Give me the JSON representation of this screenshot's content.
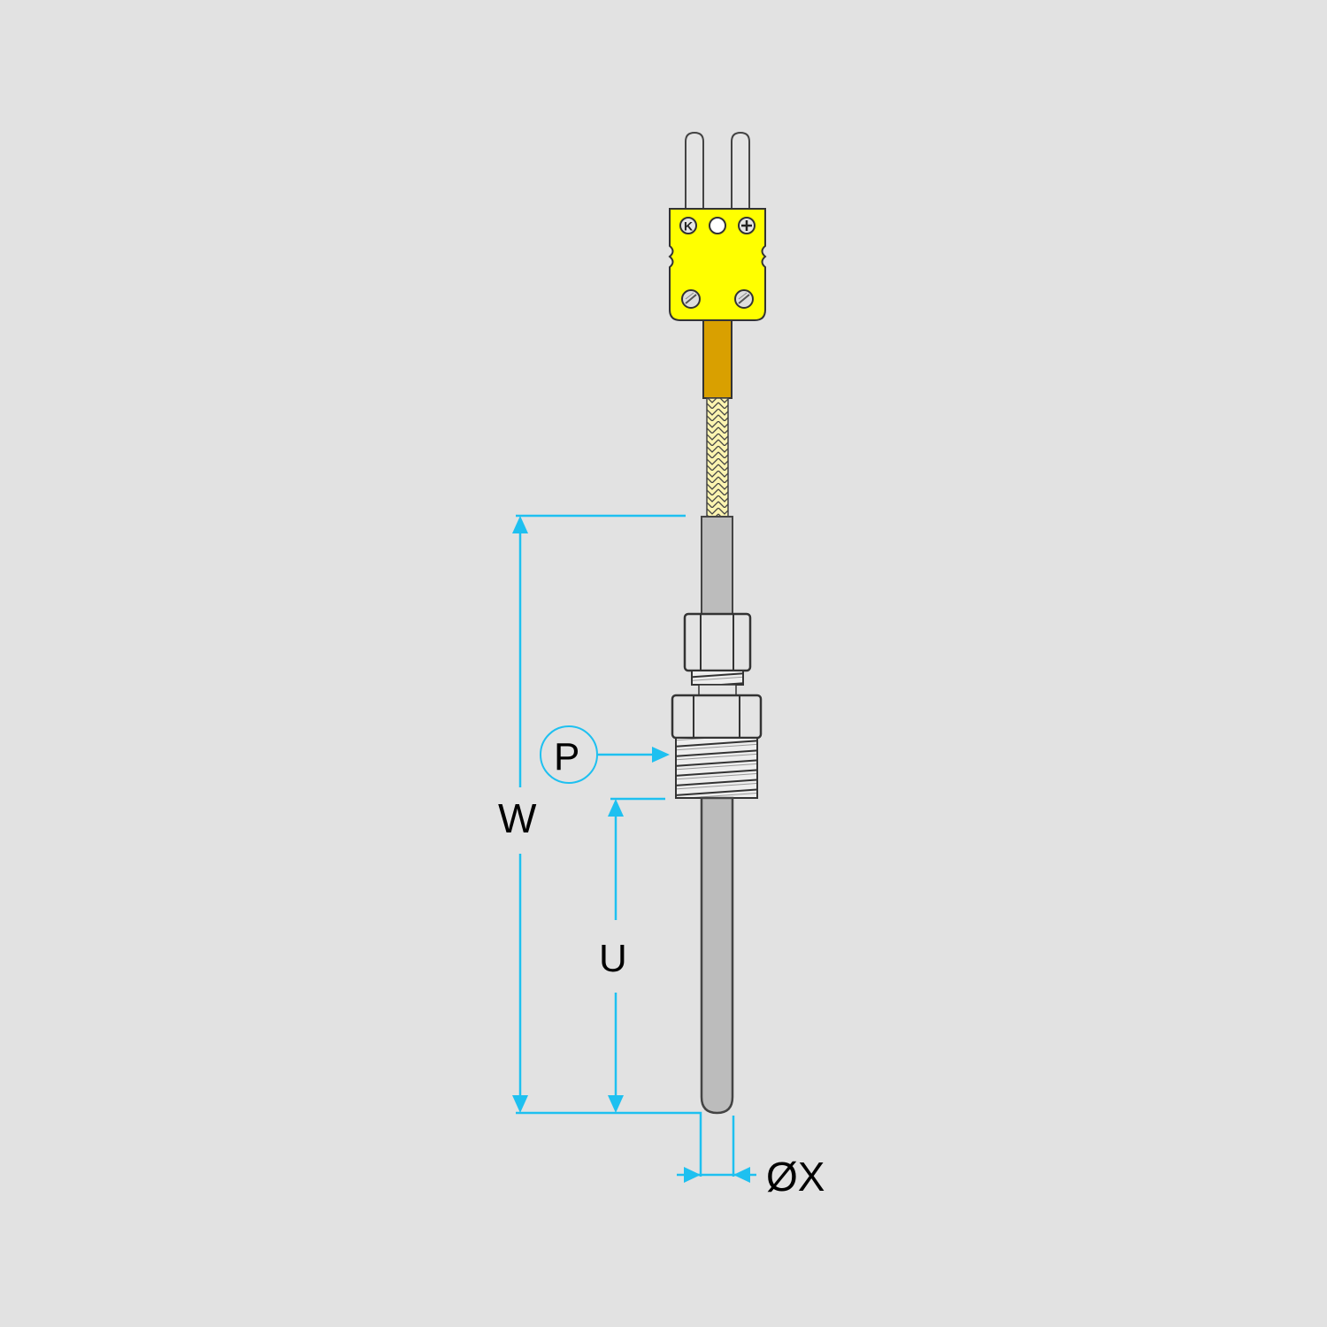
{
  "diagram": {
    "subject": "Thermocouple probe with miniature plug, braided lead, compression fitting and NPT thread",
    "connector": {
      "type_marking": "K",
      "polarity_marking": "+",
      "color": "#ffff00"
    },
    "colors": {
      "background": "#e2e2e2",
      "dimension_lines": "#1ec0f0",
      "connector_body": "#ffff00",
      "strain_relief": "#d9a000",
      "braid": "#fcf4b0",
      "sheath": "#bcbcbc",
      "fitting": "#e4e4e4",
      "outline": "#333333"
    },
    "dimensions": {
      "overall_length_label": "W",
      "immersion_length_label": "U",
      "process_connection_label": "P",
      "sheath_diameter_label": "ØX"
    }
  }
}
